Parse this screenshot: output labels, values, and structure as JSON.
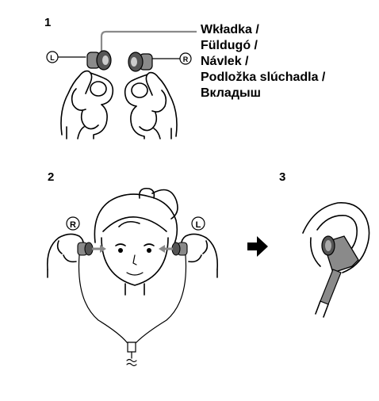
{
  "steps": {
    "one": "1",
    "two": "2",
    "three": "3"
  },
  "earbud_labels": [
    "Wkładka /",
    "Füldugó /",
    "Návlek /",
    "Podložka slúchadla /",
    "Вкладыш"
  ],
  "side_marks": {
    "left": "L",
    "right": "R"
  },
  "icons": [
    "hand-earbud-illustration",
    "head-wearing-earphones-illustration",
    "arrow-right-icon",
    "ear-closeup-illustration"
  ],
  "colors": {
    "ink": "#000000",
    "earbud_grey": "#8a8a8a",
    "earbud_dark": "#555555"
  }
}
